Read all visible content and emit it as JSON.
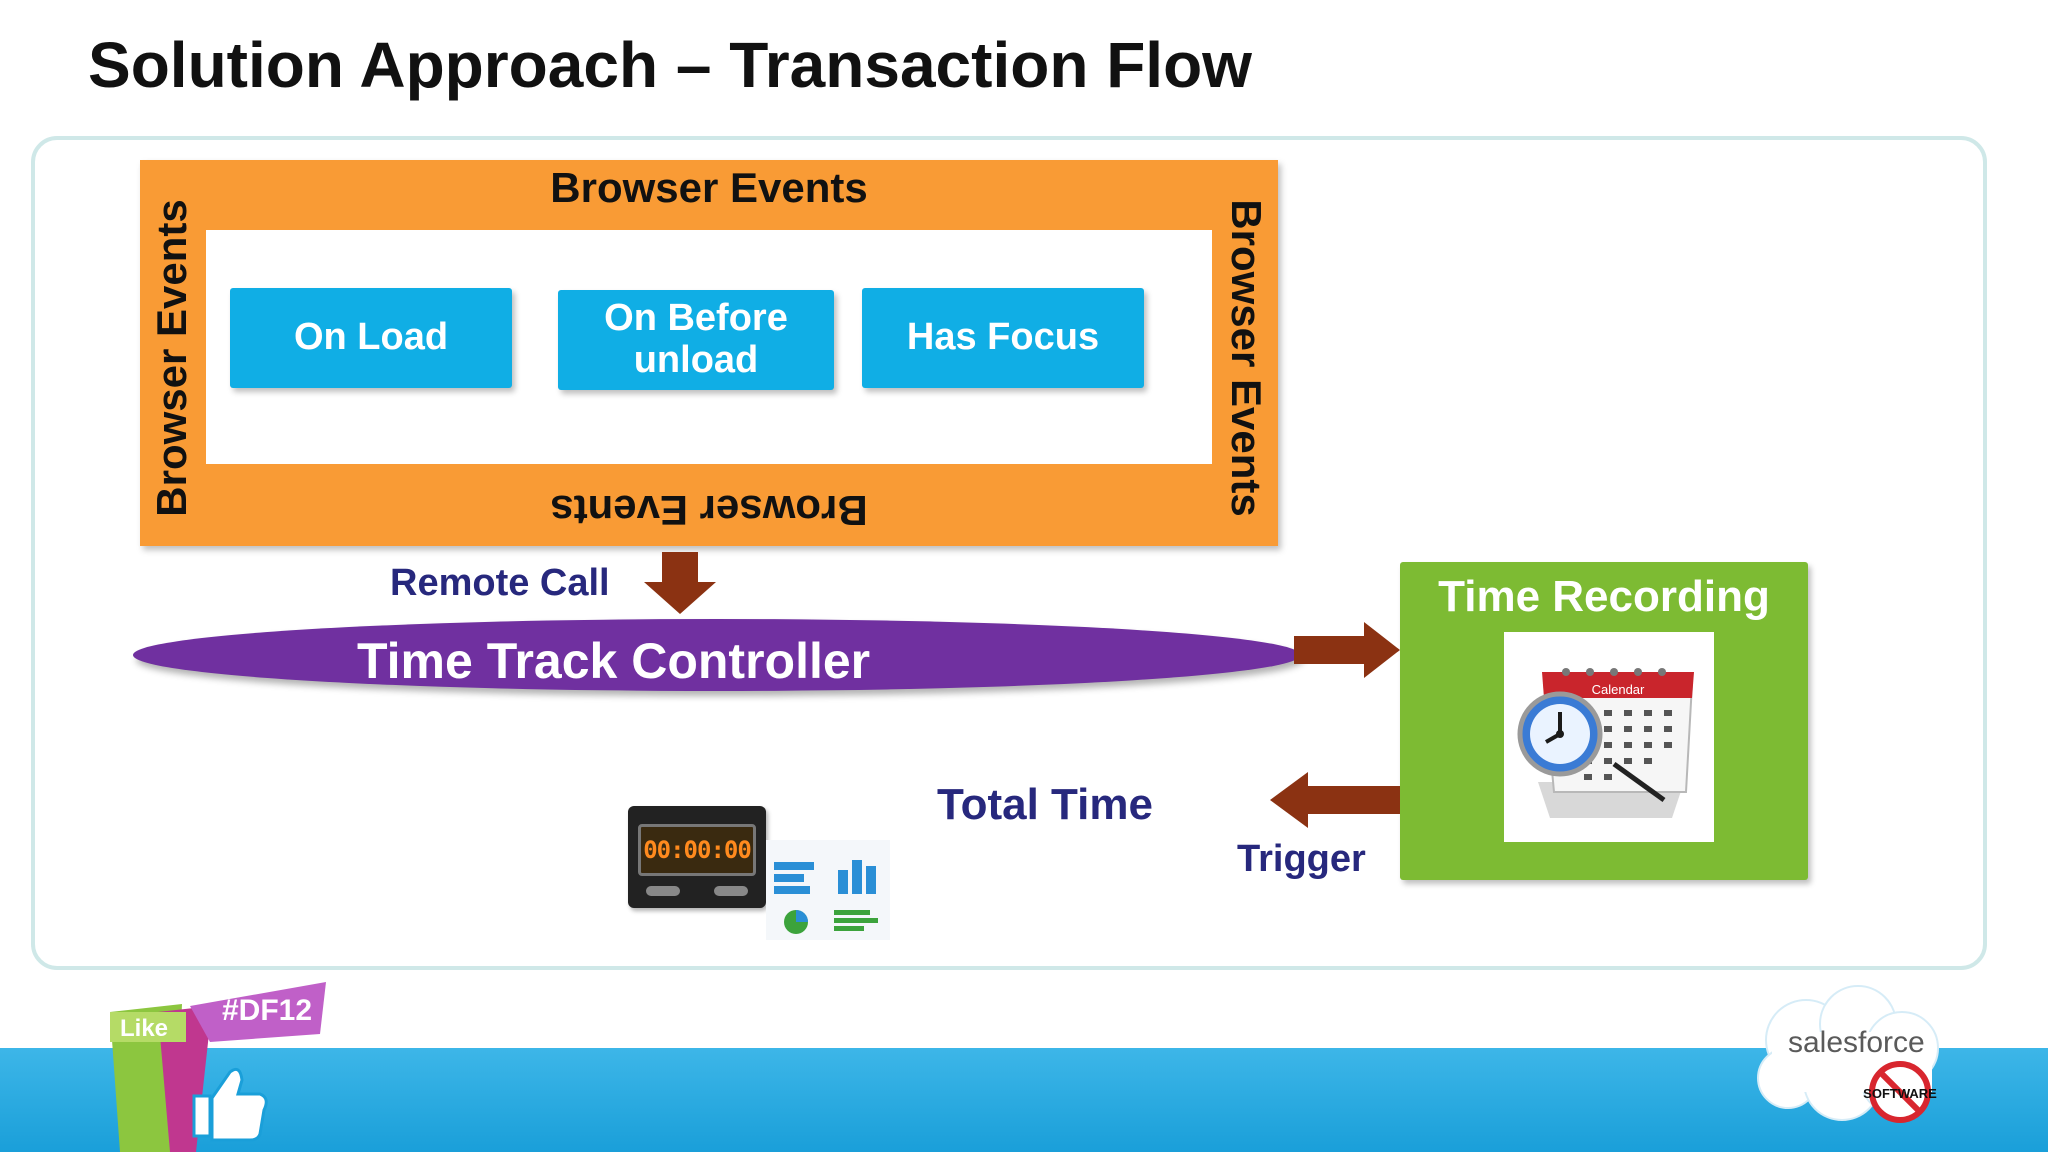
{
  "slide": {
    "title": "Solution Approach – Transaction Flow"
  },
  "browser_frame": {
    "label_top": "Browser Events",
    "label_bottom": "Browser Events",
    "label_left": "Browser Events",
    "label_right": "Browser Events",
    "events": [
      {
        "label": "On Load"
      },
      {
        "label": "On Before unload"
      },
      {
        "label": "Has Focus"
      }
    ]
  },
  "flow": {
    "remote_call_label": "Remote Call",
    "controller_label": "Time Track Controller",
    "time_recording_label": "Time Recording",
    "calendar_label": "Calendar",
    "total_time_label": "Total Time",
    "trigger_label": "Trigger",
    "timer_display": "00:00:00"
  },
  "footer": {
    "hashtag": "#DF12",
    "like_label": "Like",
    "brand": "salesforce",
    "badge": "SOFTWARE"
  },
  "colors": {
    "frame_orange": "#f99b35",
    "event_blue": "#10aee5",
    "controller_purple": "#7030a0",
    "time_recording_green": "#7dbb33",
    "arrow_brown": "#8b3212",
    "label_navy": "#27287d"
  }
}
